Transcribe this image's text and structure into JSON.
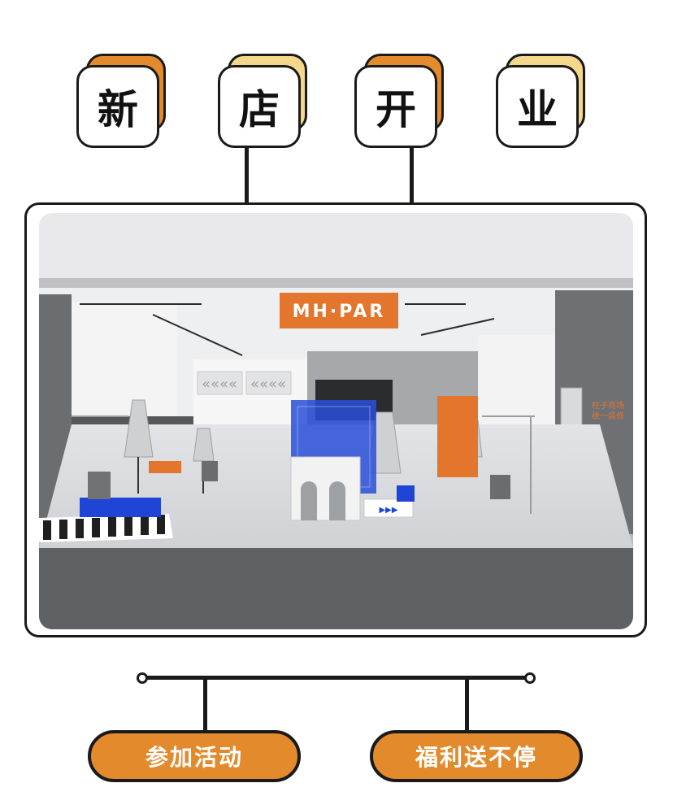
{
  "title_chars": [
    "新",
    "店",
    "开",
    "业"
  ],
  "colors": {
    "orange": "#E38B2C",
    "cream": "#F3D78B",
    "outline": "#1a1a1a"
  },
  "store": {
    "sign_text": "MH·PAR",
    "wall_note_right": [
      "柱子商场",
      "统一装修"
    ]
  },
  "buttons": {
    "join_activity": "参加活动",
    "benefits_nonstop": "福利送不停"
  }
}
